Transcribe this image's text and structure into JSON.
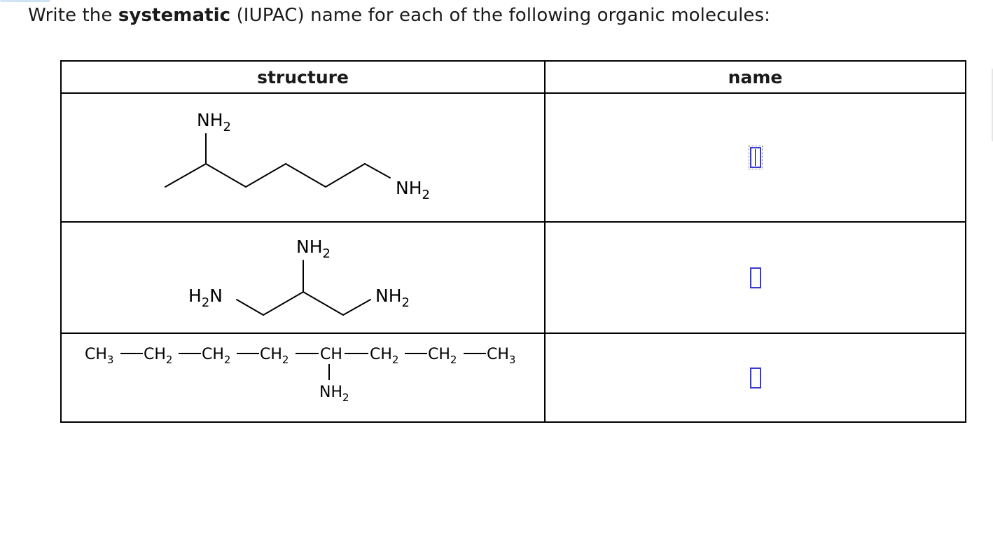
{
  "prompt": {
    "before": "Write the ",
    "bold": "systematic",
    "after": " (IUPAC) name for each of the following organic molecules:"
  },
  "table": {
    "headers": {
      "structure": "structure",
      "name": "name"
    }
  },
  "molecules": [
    {
      "labels": {
        "amine_top": "NH",
        "amine_top_sub": "2",
        "amine_end": "NH",
        "amine_end_sub": "2"
      },
      "answer": ""
    },
    {
      "labels": {
        "amine_left": "H",
        "amine_left_sub": "2",
        "amine_left_n": "N",
        "amine_top": "NH",
        "amine_top_sub": "2",
        "amine_right": "NH",
        "amine_right_sub": "2"
      },
      "answer": ""
    },
    {
      "chain": [
        {
          "main": "CH",
          "sub": "3"
        },
        {
          "main": "CH",
          "sub": "2"
        },
        {
          "main": "CH",
          "sub": "2"
        },
        {
          "main": "CH",
          "sub": "2"
        },
        {
          "main": "CH",
          "sub": ""
        },
        {
          "main": "CH",
          "sub": "2"
        },
        {
          "main": "CH",
          "sub": "2"
        },
        {
          "main": "CH",
          "sub": "3"
        }
      ],
      "substituent": {
        "main": "NH",
        "sub": "2"
      },
      "answer": ""
    }
  ],
  "colors": {
    "answer_box_border": "#3a3ad6",
    "table_border": "#000000"
  }
}
